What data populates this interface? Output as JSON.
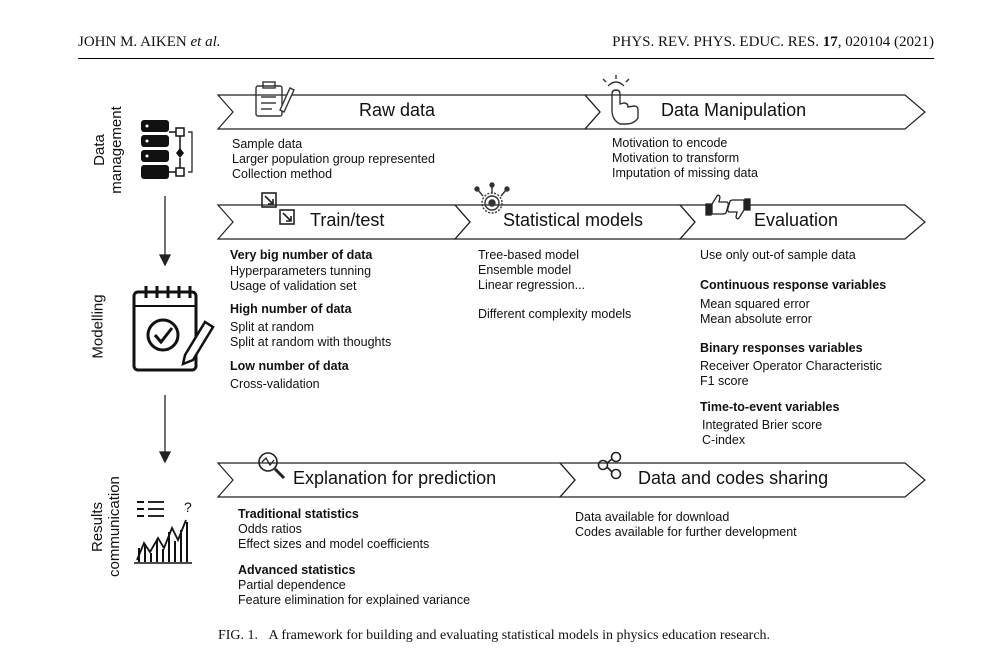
{
  "header": {
    "left_authors": "JOHN M. AIKEN",
    "left_etal": "et al.",
    "journal": "PHYS. REV. PHYS. EDUC. RES.",
    "volume": "17",
    "article": "020104 (2021)"
  },
  "sections": {
    "data_management": [
      "Data",
      "management"
    ],
    "modelling": "Modelling",
    "results": [
      "Results",
      "communication"
    ]
  },
  "stages": {
    "raw_data": {
      "title": "Raw data",
      "items": [
        "Sample data",
        "Larger population group represented",
        "Collection method"
      ]
    },
    "data_manipulation": {
      "title": "Data Manipulation",
      "items": [
        "Motivation to encode",
        "Motivation to transform",
        "Imputation of missing data"
      ]
    },
    "train_test": {
      "title": "Train/test",
      "groups": [
        {
          "heading": "Very big number of data",
          "items": [
            "Hyperparameters tunning",
            "Usage of validation set"
          ]
        },
        {
          "heading": "High number of data",
          "items": [
            "Split at random",
            "Split at random with thoughts"
          ]
        },
        {
          "heading": "Low number of data",
          "items": [
            "Cross-validation"
          ]
        }
      ]
    },
    "statistical_models": {
      "title": "Statistical models",
      "items": [
        "Tree-based model",
        "Ensemble model",
        "Linear regression...",
        "Different complexity models"
      ]
    },
    "evaluation": {
      "title": "Evaluation",
      "intro": "Use only out-of sample data",
      "groups": [
        {
          "heading": "Continuous response variables",
          "items": [
            "Mean squared error",
            "Mean absolute error"
          ]
        },
        {
          "heading": "Binary responses variables",
          "items": [
            "Receiver Operator Characteristic",
            "F1 score"
          ]
        },
        {
          "heading": "Time-to-event variables",
          "items": [
            "Integrated Brier score",
            "C-index"
          ]
        }
      ]
    },
    "explanation": {
      "title": "Explanation for prediction",
      "groups": [
        {
          "heading": "Traditional statistics",
          "items": [
            "Odds ratios",
            "Effect sizes and model coefficients"
          ]
        },
        {
          "heading": "Advanced statistics",
          "items": [
            "Partial dependence",
            "Feature elimination for explained variance"
          ]
        }
      ]
    },
    "sharing": {
      "title": "Data and codes sharing",
      "items": [
        "Data available for download",
        "Codes available for further development"
      ]
    }
  },
  "icons": [
    "database-icon",
    "checklist-icon",
    "analytics-icon",
    "clipboard-icon",
    "touch-icon",
    "split-icon",
    "gear-network-icon",
    "thumbs-icon",
    "magnifier-icon",
    "share-icon"
  ],
  "caption": {
    "label": "FIG. 1.",
    "text": "A framework for building and evaluating statistical models in physics education research."
  }
}
